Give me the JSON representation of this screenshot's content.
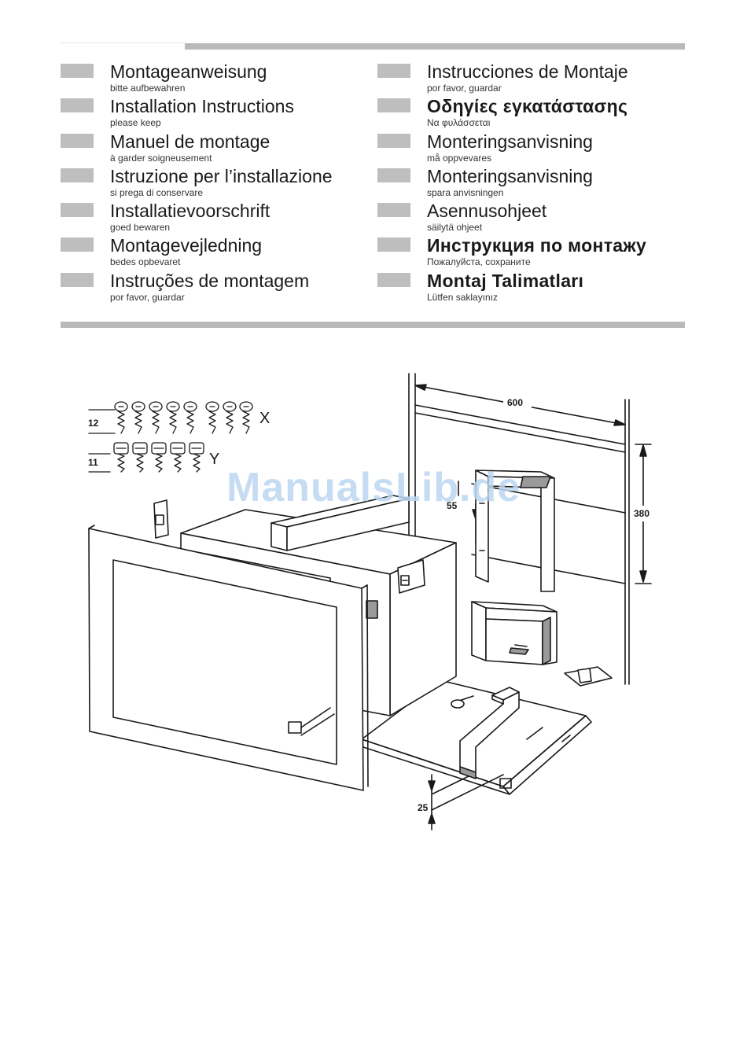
{
  "languages_left": [
    {
      "title": "Montageanweisung",
      "subtitle": "bitte aufbewahren"
    },
    {
      "title": "Installation Instructions",
      "subtitle": "please keep"
    },
    {
      "title": "Manuel de montage",
      "subtitle": "à garder soigneusement"
    },
    {
      "title": "Istruzione per l’installazione",
      "subtitle": "si prega di conservare"
    },
    {
      "title": "Installatievoorschrift",
      "subtitle": "goed bewaren"
    },
    {
      "title": "Montagevejledning",
      "subtitle": "bedes opbevaret"
    },
    {
      "title": "Instruções de montagem",
      "subtitle": "por favor, guardar"
    }
  ],
  "languages_right": [
    {
      "title": "Instrucciones de Montaje",
      "subtitle": "por favor, guardar"
    },
    {
      "title": "Οδηγίες εγκατάστασης",
      "subtitle": "Να φυλάσσεται"
    },
    {
      "title": "Monteringsanvisning",
      "subtitle": "må oppvevares"
    },
    {
      "title": "Monteringsanvisning",
      "subtitle": "spara anvisningen"
    },
    {
      "title": "Asennusohjeet",
      "subtitle": "säilytä ohjeet"
    },
    {
      "title": "Инструкция по монтажу",
      "subtitle": "Пожалуйста, сохраните"
    },
    {
      "title": "Montaj Talimatları",
      "subtitle": "Lütfen saklayınız"
    }
  ],
  "watermark": "ManualsLib.de",
  "diagram": {
    "screw_x_count": "12",
    "screw_x_label": "X",
    "screw_y_count": "11",
    "screw_y_label": "Y",
    "dim_width": "600",
    "dim_height": "380",
    "dim_depth_top": "55",
    "dim_bottom": "25"
  }
}
